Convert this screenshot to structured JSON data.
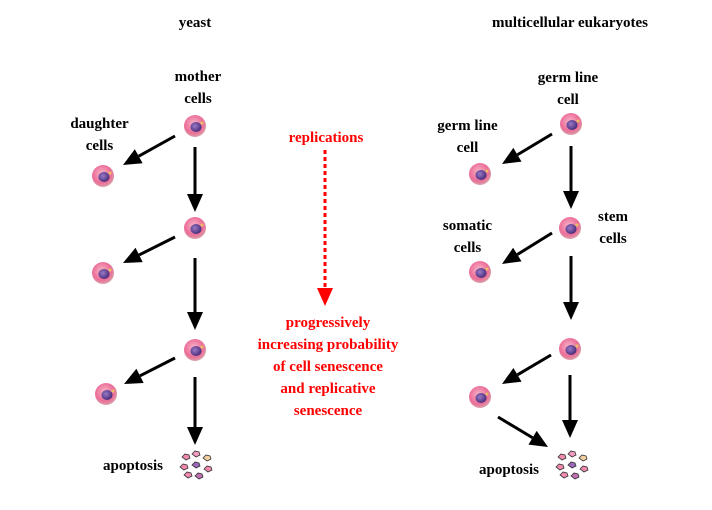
{
  "colors": {
    "text": "#000000",
    "accent": "#ff0000",
    "cell_outer": "#e85a8a",
    "cell_inner": "#f8a0b8",
    "nucleus": "#6a4a9a",
    "arrow": "#000000"
  },
  "yeast": {
    "title": "yeast",
    "mother_label": "mother\ncells",
    "daughter_label": "daughter\ncells",
    "apoptosis_label": "apoptosis"
  },
  "center": {
    "replications_label": "replications",
    "outcome_label": "progressively\nincreasing probability\nof cell senescence\nand replicative\nsenescence"
  },
  "multicellular": {
    "title": "multicellular eukaryotes",
    "germ_line_top_label": "germ line\ncell",
    "germ_line_left_label": "germ line\ncell",
    "somatic_label": "somatic\ncells",
    "stem_label": "stem\ncells",
    "apoptosis_label": "apoptosis"
  }
}
